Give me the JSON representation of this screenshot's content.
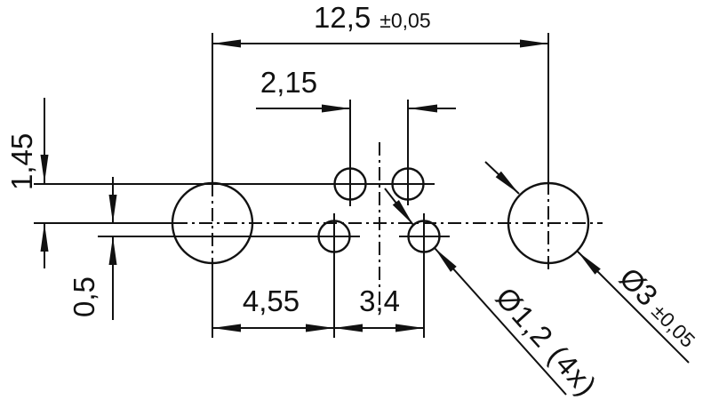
{
  "drawing": {
    "type": "mechanical hole-pattern dimension drawing",
    "colors": {
      "line": "#111111",
      "background": "#ffffff"
    },
    "labels": {
      "overall_width": "12,5",
      "overall_width_tolerance": "±0,05",
      "top_hole_spacing": "2,15",
      "upper_row_offset": "1,45",
      "lower_row_offset": "0,5",
      "left_hole_spacing": "4,55",
      "right_hole_spacing": "3,4",
      "small_hole_diameter": "Ø1,2 (4x)",
      "large_hole_diameter": "Ø3",
      "large_hole_tolerance": "±0,05"
    },
    "holes": {
      "large": {
        "diameter": "3",
        "tolerance": "±0,05",
        "count": 2
      },
      "small": {
        "diameter": "1,2",
        "count": 4
      }
    }
  }
}
